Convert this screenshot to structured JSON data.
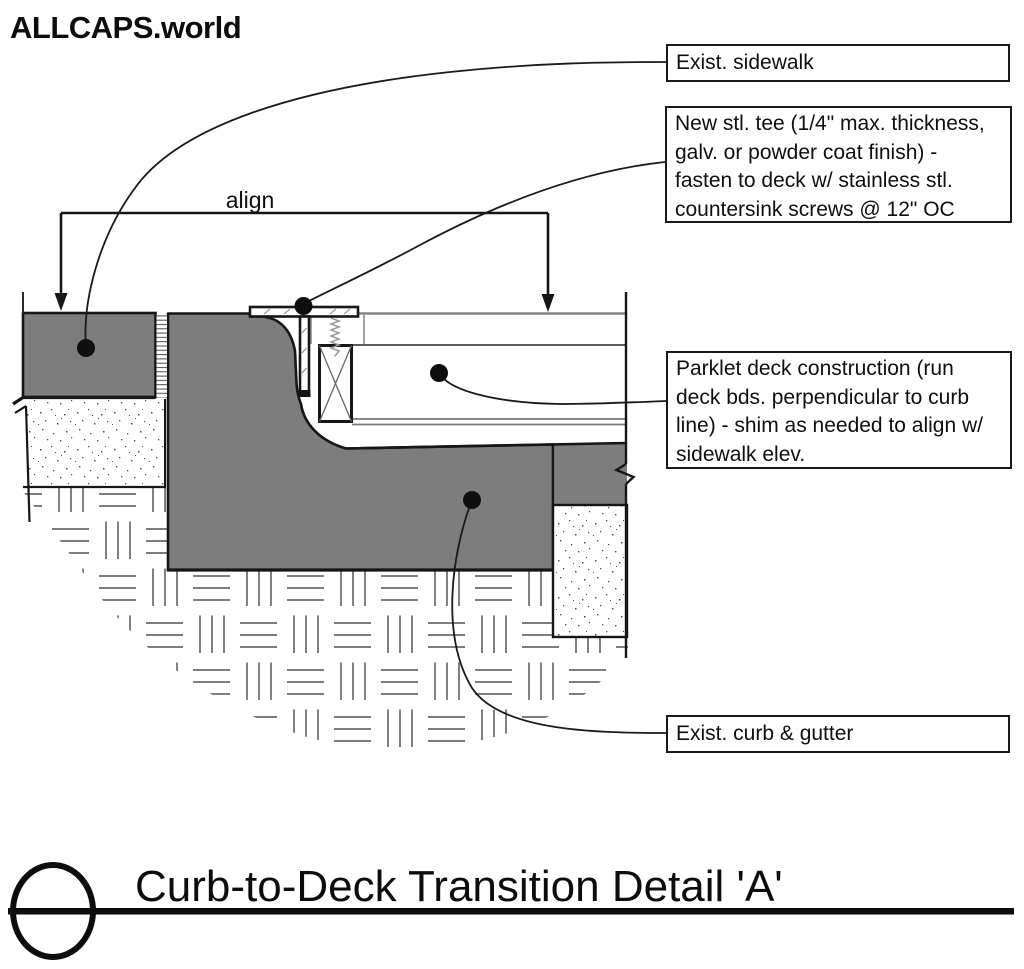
{
  "brand": {
    "logo_text": "ALLCAPS.world"
  },
  "callouts": {
    "exist_sidewalk": "Exist. sidewalk",
    "steel_tee": "New stl. tee (1/4\" max. thickness,\ngalv. or powder coat finish) -\nfasten to deck w/ stainless stl.\ncountersink screws @ 12\" OC",
    "parklet_deck": "Parklet deck construction (run\ndeck bds. perpendicular to curb\nline) - shim as needed to align w/\nsidewalk elev.",
    "exist_curb_gutter": "Exist. curb & gutter"
  },
  "dimension": {
    "align_label": "align"
  },
  "title_block": {
    "detail_title": "Curb-to-Deck Transition Detail 'A'"
  },
  "colors": {
    "concrete_gray": "#7d7d7d",
    "line_black": "#161616",
    "hatch_gray": "#6a6a6a",
    "deck_line_gray": "#868686"
  }
}
